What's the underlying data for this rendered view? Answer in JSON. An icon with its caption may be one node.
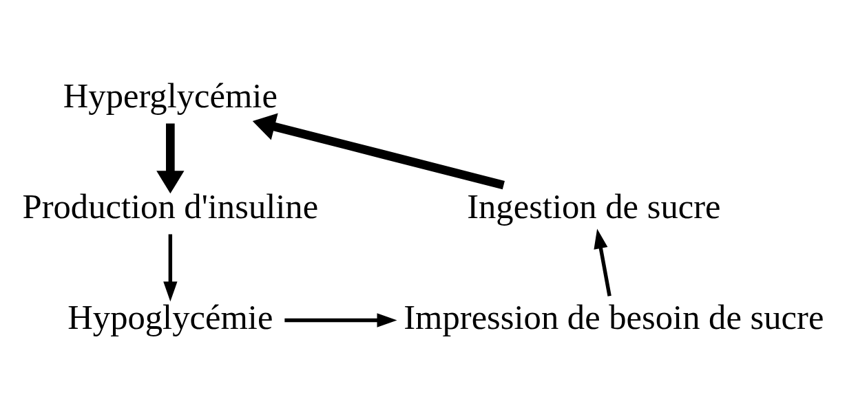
{
  "diagram": {
    "nodes": [
      {
        "text": [
          "Hyperglycémie"
        ]
      },
      {
        "text": [
          "Production d'insuline"
        ]
      },
      {
        "text": [
          "Hypoglycémie"
        ]
      },
      {
        "text": [
          "Impression de besoin de sucre"
        ]
      },
      {
        "text": [
          "Ingestion de sucre"
        ]
      }
    ],
    "edges": [
      {
        "from": 4,
        "to": 0,
        "arrow": "to",
        "style": "thick"
      },
      {
        "from": 0,
        "to": 1,
        "arrow": "to",
        "style": "thick"
      },
      {
        "from": 1,
        "to": 2,
        "arrow": "to"
      },
      {
        "from": 2,
        "to": 3,
        "arrow": "to"
      },
      {
        "from": 3,
        "to": 4,
        "arrow": "to"
      }
    ]
  }
}
